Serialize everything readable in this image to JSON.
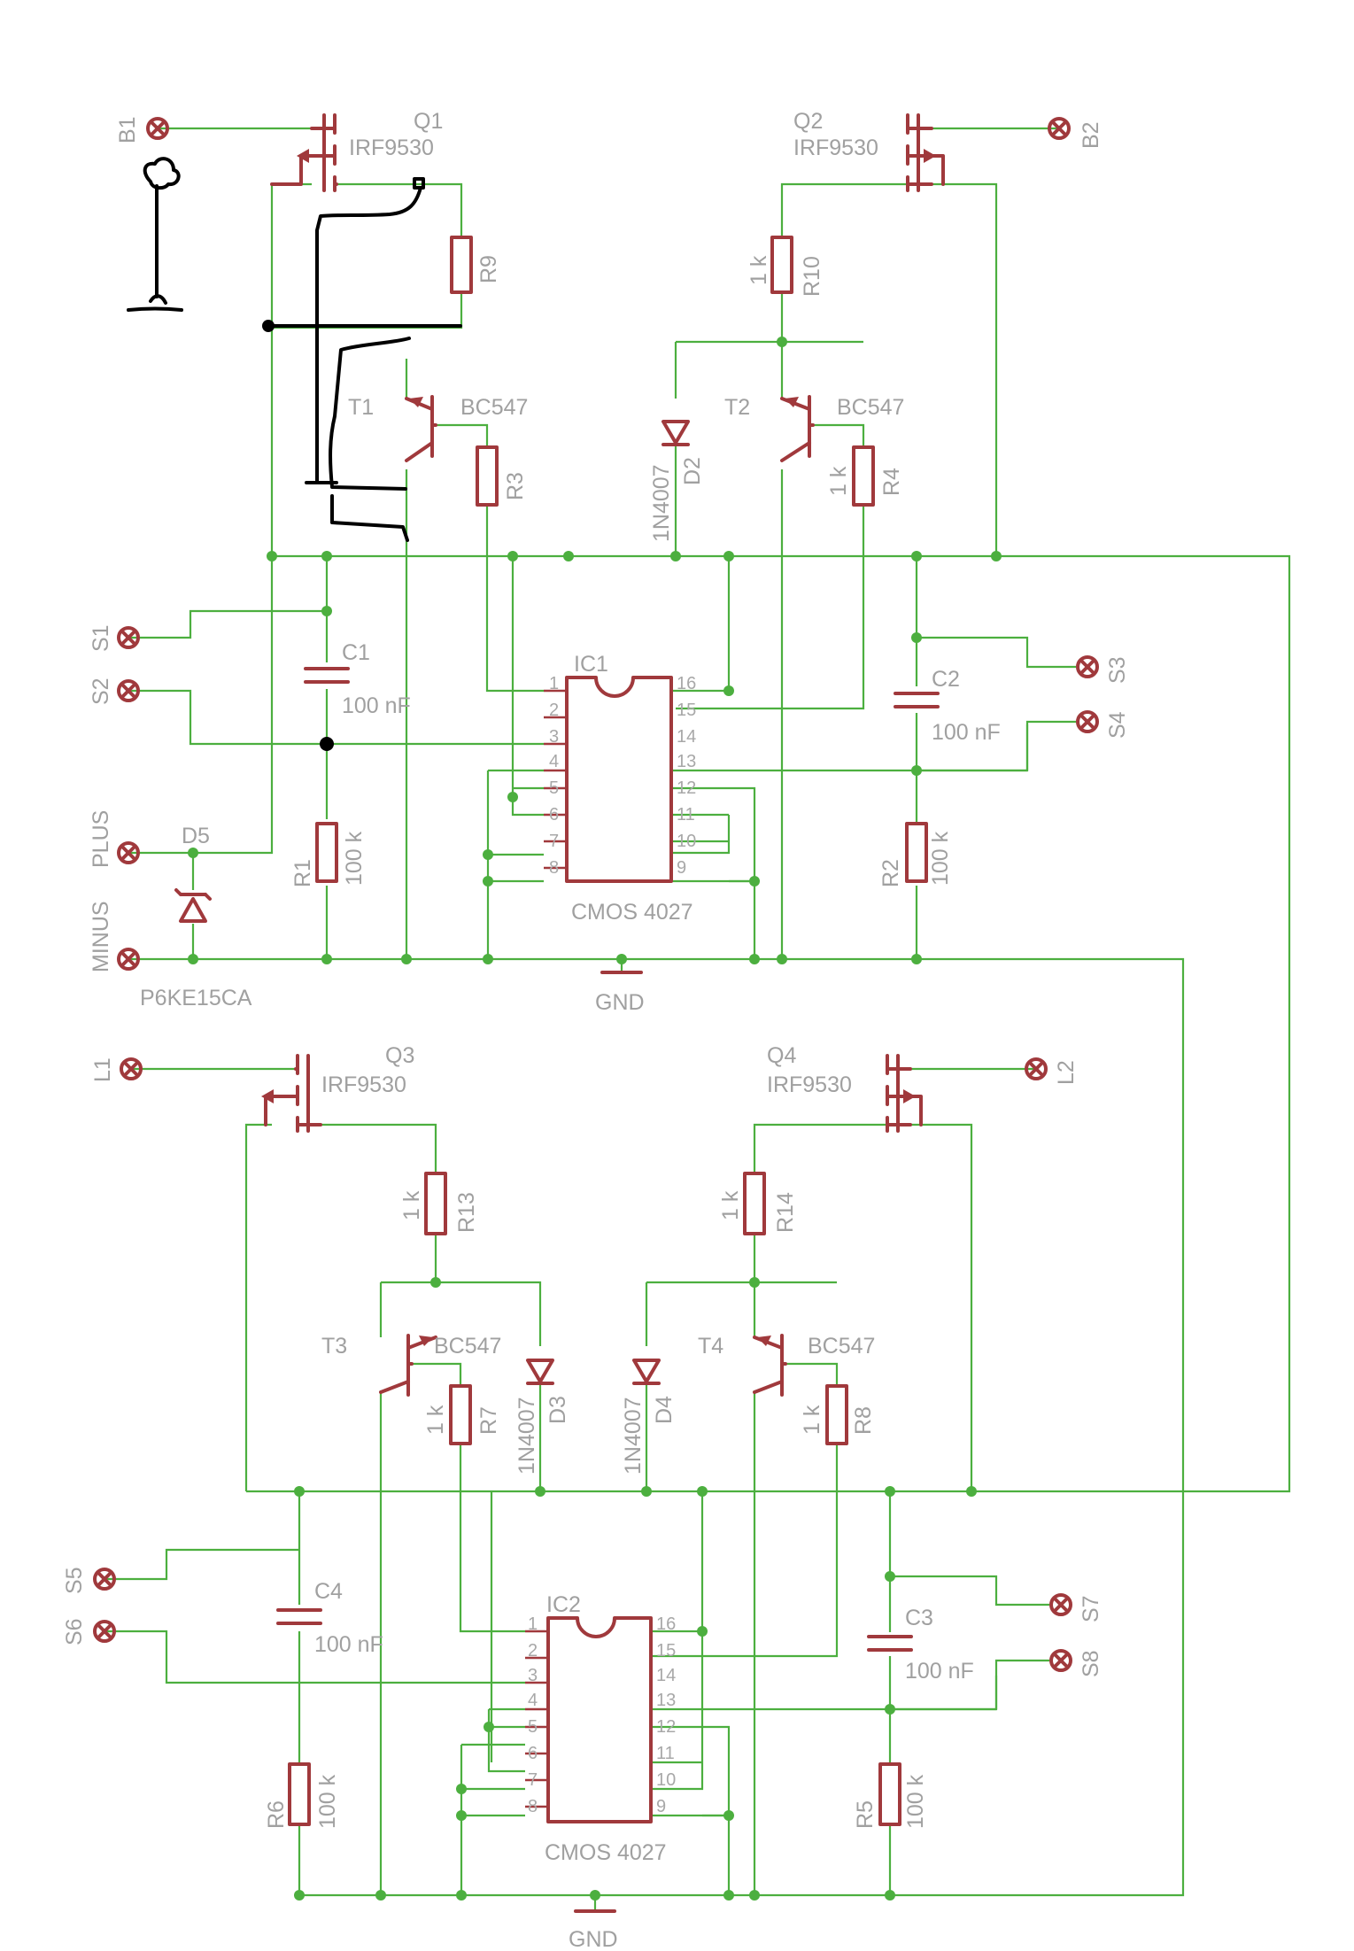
{
  "terminals": {
    "B1": "B1",
    "B2": "B2",
    "S1": "S1",
    "S2": "S2",
    "S3": "S3",
    "S4": "S4",
    "S5": "S5",
    "S6": "S6",
    "S7": "S7",
    "S8": "S8",
    "PLUS": "PLUS",
    "MINUS": "MINUS",
    "L1": "L1",
    "L2": "L2"
  },
  "transistors": {
    "Q1": {
      "name": "Q1",
      "value": "IRF9530"
    },
    "Q2": {
      "name": "Q2",
      "value": "IRF9530"
    },
    "Q3": {
      "name": "Q3",
      "value": "IRF9530"
    },
    "Q4": {
      "name": "Q4",
      "value": "IRF9530"
    },
    "T1": {
      "name": "T1",
      "value": "BC547"
    },
    "T2": {
      "name": "T2",
      "value": "BC547"
    },
    "T3": {
      "name": "T3",
      "value": "BC547"
    },
    "T4": {
      "name": "T4",
      "value": "BC547"
    }
  },
  "resistors": {
    "R1": {
      "name": "R1",
      "value": "100 k"
    },
    "R2": {
      "name": "R2",
      "value": "100 k"
    },
    "R3": {
      "name": "R3",
      "value": ""
    },
    "R4": {
      "name": "R4",
      "value": "1 k"
    },
    "R5": {
      "name": "R5",
      "value": "100 k"
    },
    "R6": {
      "name": "R6",
      "value": "100 k"
    },
    "R7": {
      "name": "R7",
      "value": "1 k"
    },
    "R8": {
      "name": "R8",
      "value": "1 k"
    },
    "R9": {
      "name": "R9",
      "value": ""
    },
    "R10": {
      "name": "R10",
      "value": "1 k"
    },
    "R13": {
      "name": "R13",
      "value": "1 k"
    },
    "R14": {
      "name": "R14",
      "value": "1 k"
    }
  },
  "capacitors": {
    "C1": {
      "name": "C1",
      "value": "100 nF"
    },
    "C2": {
      "name": "C2",
      "value": "100 nF"
    },
    "C3": {
      "name": "C3",
      "value": "100 nF"
    },
    "C4": {
      "name": "C4",
      "value": "100 nF"
    }
  },
  "diodes": {
    "D2": {
      "name": "D2",
      "value": "1N4007"
    },
    "D3": {
      "name": "D3",
      "value": "1N4007"
    },
    "D4": {
      "name": "D4",
      "value": "1N4007"
    },
    "D5": {
      "name": "D5",
      "value": "P6KE15CA"
    }
  },
  "ics": {
    "IC1": {
      "name": "IC1",
      "value": "CMOS 4027"
    },
    "IC2": {
      "name": "IC2",
      "value": "CMOS 4027"
    }
  },
  "ground": {
    "label": "GND"
  },
  "pins_left": [
    "1",
    "2",
    "3",
    "4",
    "5",
    "6",
    "7",
    "8"
  ],
  "pins_right": [
    "16",
    "15",
    "14",
    "13",
    "12",
    "11",
    "10",
    "9"
  ]
}
